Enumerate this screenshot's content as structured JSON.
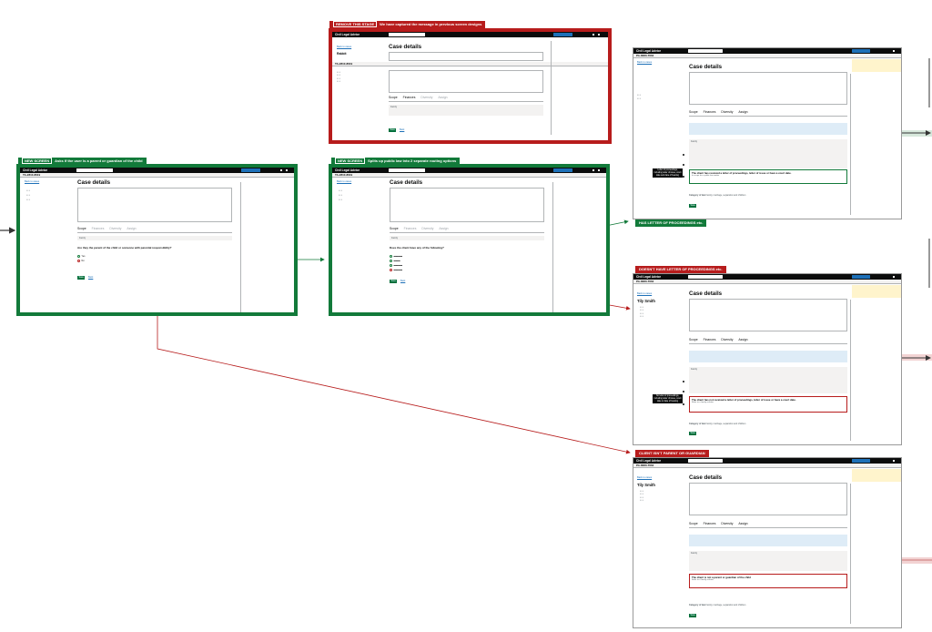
{
  "app_title": "Civil Legal Advice",
  "colors": {
    "green": "#127a3a",
    "red": "#b71c1c",
    "gov_black": "#0b0c0c",
    "gov_blue": "#1d70b8"
  },
  "tags": {
    "remove": {
      "chip": "REMOVE THIS STAGE",
      "text": "We have captured the message in previous screen designs"
    },
    "new1": {
      "chip": "NEW SCREEN",
      "text": "Asks if the user is a parent or guardian of the child"
    },
    "new2": {
      "chip": "NEW SCREEN",
      "text": "Splits up public law into 2 separate routing options"
    },
    "has_letter": {
      "text": "HAS LETTER OF PROCEEDINGS etc."
    },
    "no_letter": {
      "text": "DOESN'T HAVE LETTER OF PROCEEDINGS etc."
    },
    "not_parent": {
      "text": "CLIENT ISN'T PARENT OR GUARDIAN"
    }
  },
  "screens": {
    "case_title": "Case details",
    "back_link": "Back to cases",
    "tabs": [
      "Scope",
      "Finances",
      "Diversity",
      "Assign"
    ],
    "case_refs": {
      "remove": "TA-2810-8619",
      "new1": "TA-2810-8619",
      "new2": "TA-2810-8619",
      "has": "PA-8080-7664",
      "no": "PA-8080-7664",
      "not": "PA-8080-7664"
    },
    "client_names": {
      "remove": "Rabbit",
      "no": "Tily Smith",
      "not": "Tily Smith"
    },
    "question_parent": "Are they the parent of the child or someone with parental responsibility?",
    "question_has": "Does the client have any of the following?",
    "family_label": "Family",
    "option_yes": "Yes",
    "option_no": "No",
    "save_label": "Save",
    "cancel_label": "Back",
    "box_has": {
      "title": "The client has received a letter of proceedings, letter of issue or have a court date.",
      "sub": "In scope for a public law matter"
    },
    "box_no": {
      "title": "The client has not received a letter of proceedings, letter of issue or have a court date.",
      "sub": "Refer to a family solicitor"
    },
    "box_not": {
      "title": "The client is not a parent or guardian of the child",
      "sub": "Refer to a family solicitor"
    },
    "category_label": "Category of law",
    "category_value": "Family, marriage, separation and children"
  },
  "tips": {
    "has": "Letter of proceedings, including letter of issue, court date and date of hearing",
    "no": "No letter of proceedings, including letter of issue, court date or date of hearing"
  }
}
